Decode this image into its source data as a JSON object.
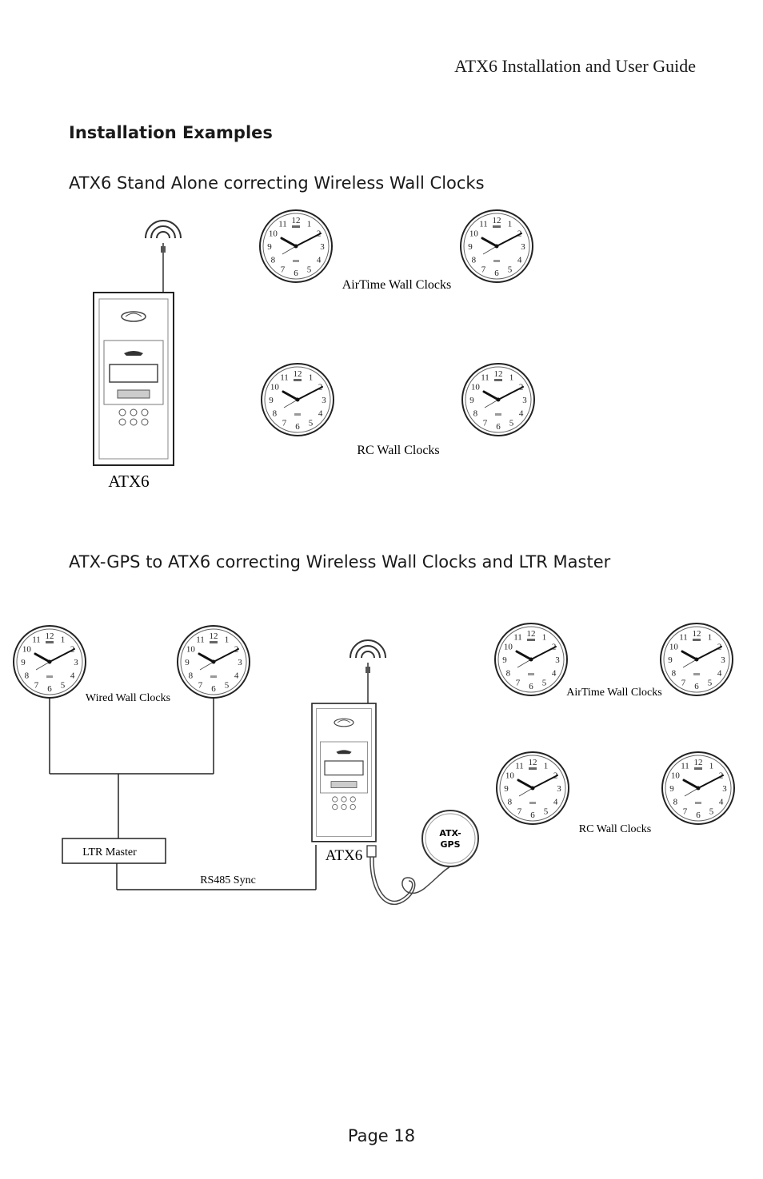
{
  "header": {
    "title": "ATX6 Installation and User Guide"
  },
  "section": {
    "title": "Installation Examples"
  },
  "diagram1": {
    "caption": "ATX6 Stand Alone correcting Wireless Wall Clocks",
    "airtime_label": "AirTime Wall Clocks",
    "rc_label": "RC Wall Clocks",
    "atx6_label": "ATX6"
  },
  "diagram2": {
    "caption": "ATX-GPS to ATX6 correcting Wireless Wall Clocks and LTR Master",
    "wired_label": "Wired Wall Clocks",
    "ltr_master_label": "LTR Master",
    "rs485_label": "RS485 Sync",
    "atx6_label": "ATX6",
    "gps_label_line1": "ATX-",
    "gps_label_line2": "GPS",
    "airtime_label": "AirTime Wall Clocks",
    "rc_label": "RC Wall Clocks"
  },
  "clock_face": {
    "numerals": [
      "12",
      "1",
      "2",
      "3",
      "4",
      "5",
      "6",
      "7",
      "8",
      "9",
      "10",
      "11"
    ]
  },
  "footer": {
    "page_label": "Page 18"
  }
}
